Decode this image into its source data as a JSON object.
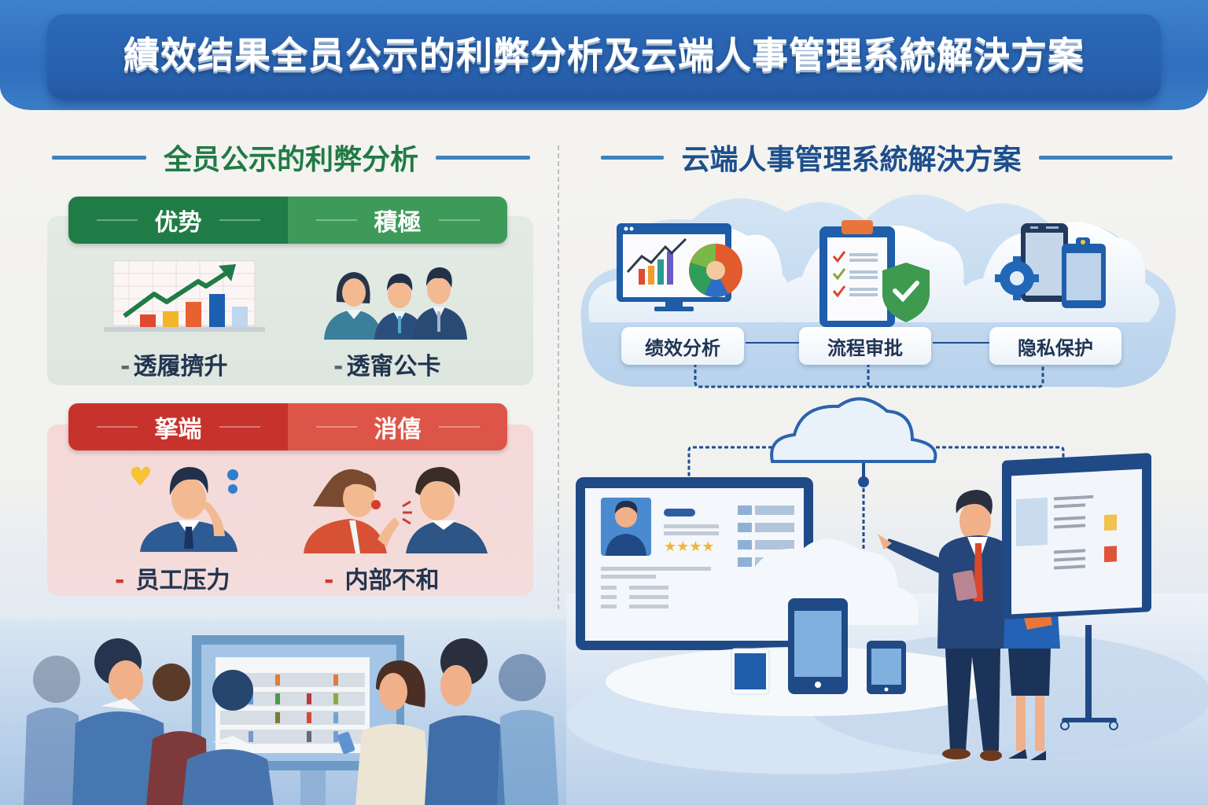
{
  "header": {
    "title": "績效结果全员公示的利弊分析及云端人事管理系統解決方案"
  },
  "left_section": {
    "heading": "全员公示的利弊分析",
    "pros": {
      "tabs": [
        {
          "label": "优势"
        },
        {
          "label": "積極"
        }
      ],
      "points": [
        {
          "bullet": "-",
          "text": "透履擠升",
          "icon": "growth-chart-icon"
        },
        {
          "bullet": "-",
          "text": "透甯公卡",
          "icon": "team-group-icon"
        }
      ],
      "colors": {
        "tab_dark": "#1f7c47",
        "tab_light": "#3e9a59",
        "heading": "#217a45"
      }
    },
    "cons": {
      "tabs": [
        {
          "label": "拏端"
        },
        {
          "label": "消僖"
        }
      ],
      "points": [
        {
          "bullet": "-",
          "text": "员工压力",
          "icon": "stressed-employee-icon"
        },
        {
          "bullet": "-",
          "text": "内部不和",
          "icon": "conflict-conversation-icon"
        }
      ],
      "colors": {
        "tab_dark": "#c8322d",
        "tab_light": "#dd5448"
      }
    },
    "bottom_illustration": "employees-viewing-results-board"
  },
  "right_section": {
    "heading": "云端人事管理系統解決方案",
    "features": [
      {
        "label": "绩效分析",
        "icon": "analytics-dashboard-icon"
      },
      {
        "label": "流程审批",
        "icon": "checklist-shield-icon"
      },
      {
        "label": "隐私保护",
        "icon": "devices-gear-icon"
      }
    ],
    "central_cloud": "cloud-hub-icon",
    "bottom_illustration": "hr-managers-presenting-cloud-system",
    "profile_card": {
      "rating_stars": 4
    },
    "colors": {
      "heading": "#1d4e8c",
      "accent": "#2b63ad",
      "connector": "#1e4f8f"
    }
  },
  "colors": {
    "header_bg": "#2c69b8",
    "page_bg": "#f3f2ef"
  }
}
